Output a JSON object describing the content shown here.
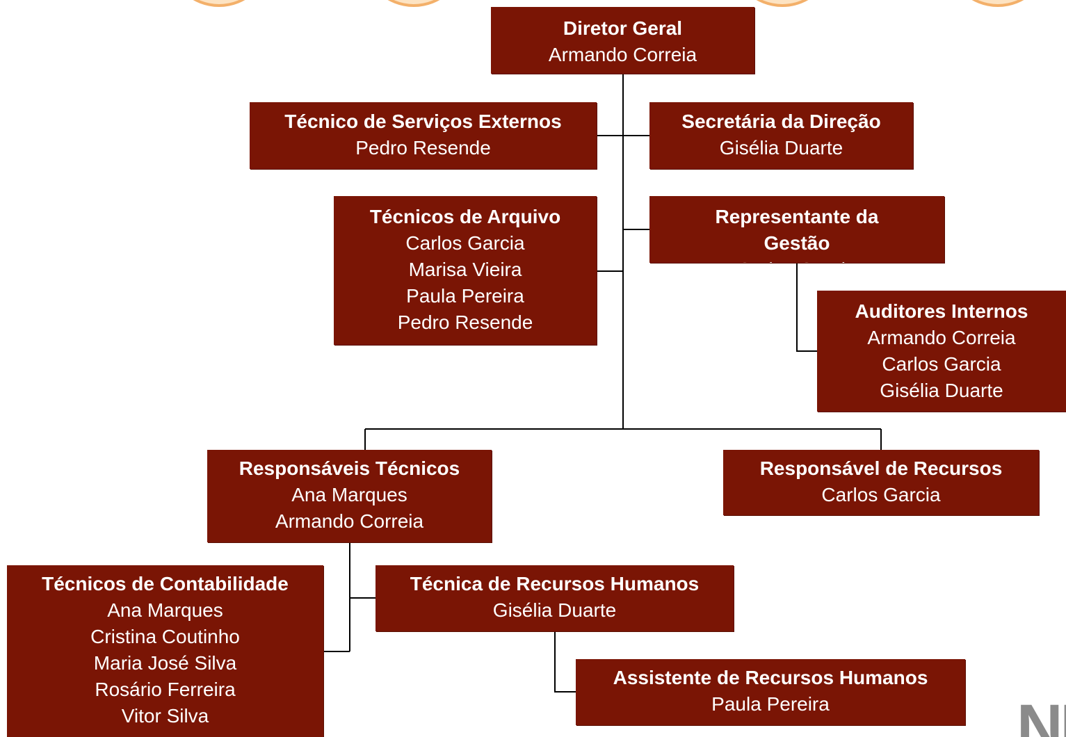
{
  "colors": {
    "box_fill": "#7a1505",
    "box_text": "#ffffff",
    "connector": "#000000",
    "deco_fill": "#fde3c2",
    "deco_border": "#f3b06a",
    "logo": "#8b8b8b"
  },
  "logo_text": "NEW",
  "org": {
    "director": {
      "title": "Diretor Geral",
      "names": [
        "Armando Correia"
      ]
    },
    "external_services": {
      "title": "Técnico de Serviços Externos",
      "names": [
        "Pedro Resende"
      ]
    },
    "secretary": {
      "title": "Secretária da Direção",
      "names": [
        "Gisélia Duarte"
      ]
    },
    "archive": {
      "title": "Técnicos de Arquivo",
      "names": [
        "Carlos Garcia",
        "Marisa Vieira",
        "Paula Pereira",
        "Pedro Resende"
      ]
    },
    "management_rep": {
      "title_lines": [
        "Representante da",
        "Gestão"
      ],
      "names": [
        "Carlos Garcia"
      ]
    },
    "internal_auditors": {
      "title": "Auditores Internos",
      "names": [
        "Armando Correia",
        "Carlos Garcia",
        "Gisélia Duarte"
      ]
    },
    "technical_leads": {
      "title": "Responsáveis Técnicos",
      "names": [
        "Ana Marques",
        "Armando Correia"
      ]
    },
    "resources_lead": {
      "title": "Responsável de Recursos",
      "names": [
        "Carlos Garcia"
      ]
    },
    "accounting": {
      "title": "Técnicos de Contabilidade",
      "names": [
        "Ana Marques",
        "Cristina Coutinho",
        "Maria José Silva",
        "Rosário Ferreira",
        "Vitor Silva"
      ]
    },
    "hr_tech": {
      "title": "Técnica de Recursos Humanos",
      "names": [
        "Gisélia Duarte"
      ]
    },
    "hr_assistant": {
      "title": "Assistente de Recursos Humanos",
      "names": [
        "Paula Pereira"
      ]
    }
  }
}
